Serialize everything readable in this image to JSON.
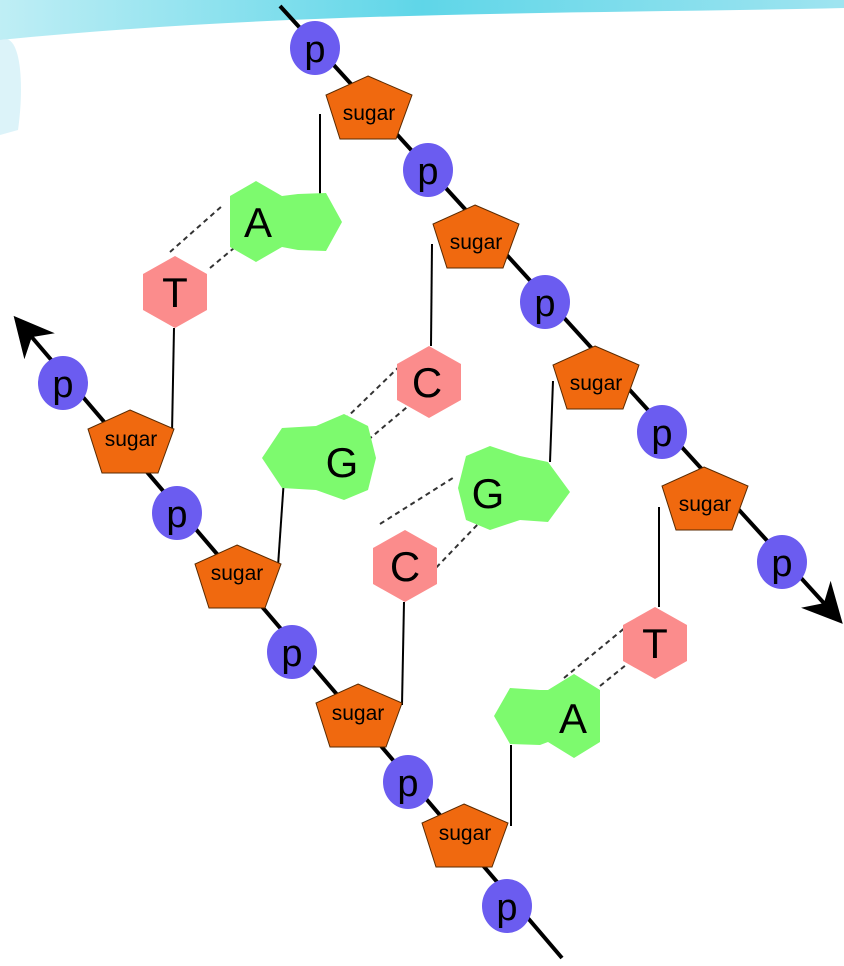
{
  "labels": {
    "phosphate": "p",
    "sugar": "sugar",
    "A": "A",
    "T": "T",
    "G": "G",
    "C": "C"
  },
  "colors": {
    "phosphate": "#6b5cf0",
    "sugar": "#f0690f",
    "purine": "#7dfa6e",
    "pyrimidine": "#fb8c8c",
    "backbone": "#000000",
    "header_band": "#5fd6e8"
  },
  "pairs": [
    {
      "purine": "A",
      "pyrimidine": "T"
    },
    {
      "purine": "G",
      "pyrimidine": "C"
    },
    {
      "purine": "G",
      "pyrimidine": "C"
    },
    {
      "purine": "A",
      "pyrimidine": "T"
    }
  ]
}
